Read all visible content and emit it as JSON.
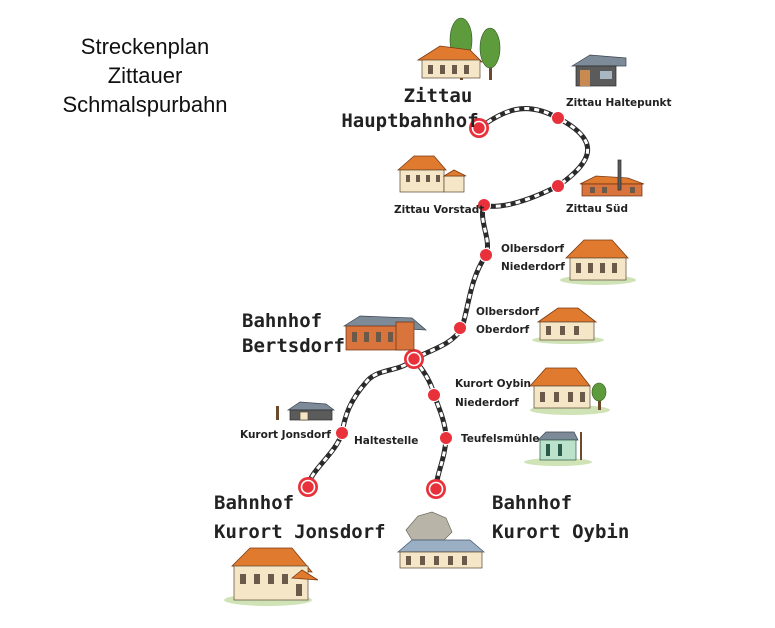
{
  "title": {
    "line1": "Streckenplan",
    "line2": "Zittauer",
    "line3": "Schmalspurbahn"
  },
  "stations": {
    "zittau_hbf": {
      "line1": "Zittau",
      "line2": "Hauptbahnhof"
    },
    "zittau_haltepunkt": "Zittau Haltepunkt",
    "zittau_sued": "Zittau Süd",
    "zittau_vorstadt": "Zittau Vorstadt",
    "olbersdorf_niederdorf": {
      "line1": "Olbersdorf",
      "line2": "Niederdorf"
    },
    "olbersdorf_oberdorf": {
      "line1": "Olbersdorf",
      "line2": "Oberdorf"
    },
    "bertsdorf": {
      "line1": "Bahnhof",
      "line2": "Bertsdorf"
    },
    "kurort_oybin_niederdorf": {
      "line1": "Kurort Oybin",
      "line2": "Niederdorf"
    },
    "kurort_jonsdorf_haltestelle_a": "Kurort Jonsdorf",
    "kurort_jonsdorf_haltestelle_b": "Haltestelle",
    "teufelsmuehle": "Teufelsmühle",
    "kurort_jonsdorf": {
      "line1": "Bahnhof",
      "line2": "Kurort Jonsdorf"
    },
    "kurort_oybin": {
      "line1": "Bahnhof",
      "line2": "Kurort Oybin"
    }
  },
  "colors": {
    "stop_red": "#e8313a",
    "track": "#2a2a2a",
    "roof": "#e07a2e"
  }
}
